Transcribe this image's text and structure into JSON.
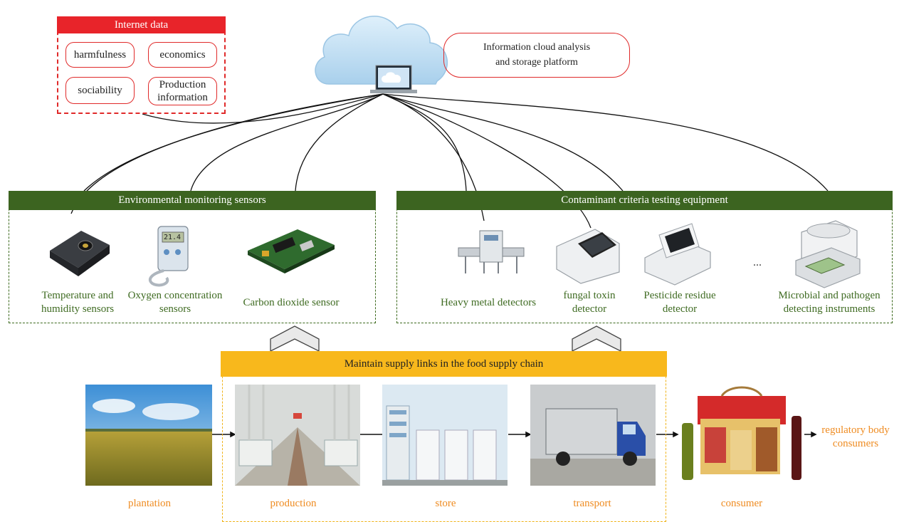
{
  "internet": {
    "title": "Internet data",
    "items": [
      "harmfulness",
      "economics",
      "sociability",
      "Production information"
    ]
  },
  "cloud": {
    "label_line1": "Information cloud analysis",
    "label_line2": "and storage platform"
  },
  "environment": {
    "title": "Environmental monitoring sensors",
    "items": [
      {
        "line1": "Temperature and",
        "line2": "humidity sensors"
      },
      {
        "line1": "Oxygen concentration",
        "line2": "sensors"
      },
      {
        "line1": "Carbon dioxide sensor",
        "line2": ""
      }
    ]
  },
  "contaminant": {
    "title": "Contaminant criteria testing equipment",
    "items": [
      {
        "line1": "Heavy metal detectors",
        "line2": ""
      },
      {
        "line1": "fungal toxin",
        "line2": "detector"
      },
      {
        "line1": "Pesticide residue",
        "line2": "detector"
      },
      {
        "line1": "Microbial and pathogen",
        "line2": "detecting instruments"
      }
    ],
    "ellipsis": "..."
  },
  "supply": {
    "title": "Maintain supply links in the food supply chain",
    "stages": [
      "plantation",
      "production",
      "store",
      "transport",
      "consumer"
    ],
    "end_line1": "regulatory body",
    "end_line2": "consumers"
  },
  "device_display": "21.4",
  "colors": {
    "internet_red": "#e8242a",
    "group_green": "#3c6420",
    "label_green": "#3f6b22",
    "supply_yellow": "#f8b81c",
    "stage_orange": "#ef8c22"
  }
}
